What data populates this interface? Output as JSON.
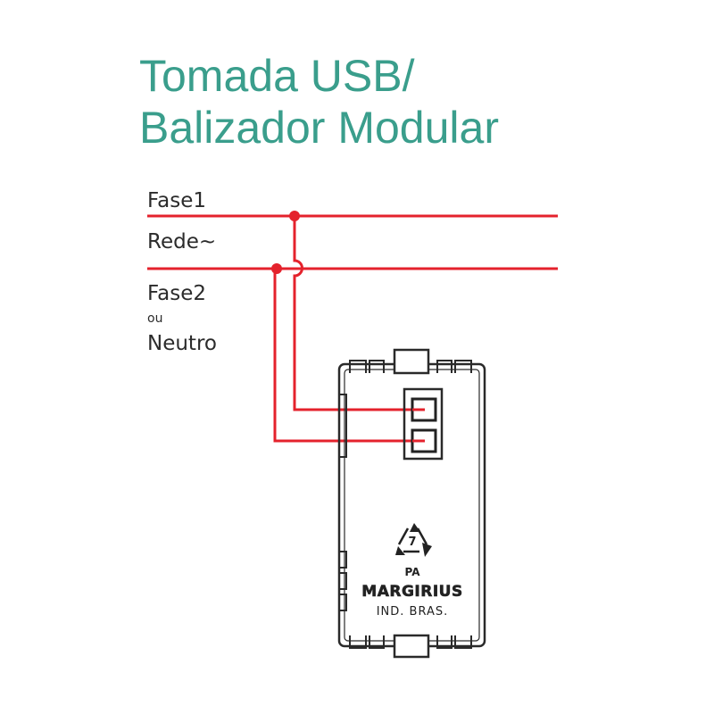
{
  "title": {
    "line1": "Tomada USB/",
    "line2": "Balizador Modular"
  },
  "wires": {
    "phase1_label": "Fase1",
    "network_label": "Rede~",
    "phase2_label": "Fase2",
    "or_label": "ou",
    "neutral_label": "Neutro"
  },
  "device": {
    "recycle_number": "7",
    "material": "PA",
    "brand": "MARGIRIUS",
    "origin": "IND. BRAS."
  },
  "colors": {
    "title": "#3a9e8c",
    "wire": "#e4222c",
    "device_outline": "#2a2a2a",
    "label_text": "#2b2b2b"
  }
}
